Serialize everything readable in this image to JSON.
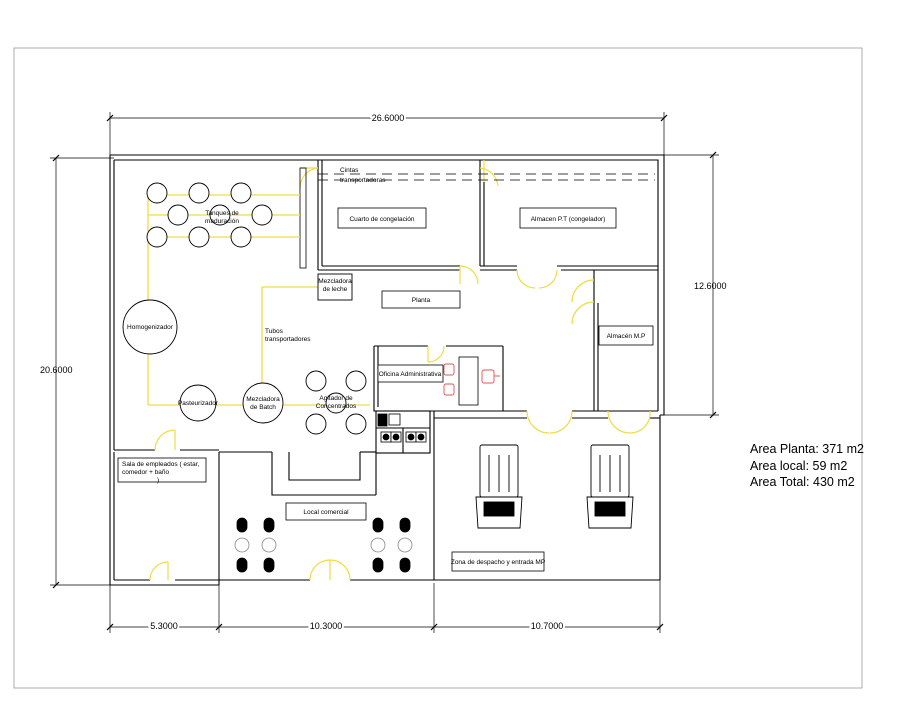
{
  "dimensions": {
    "top": "26.6000",
    "left": "20.6000",
    "right": "12.6000",
    "bottom": [
      "5.3000",
      "10.3000",
      "10.7000"
    ]
  },
  "rooms": {
    "cintas": "Cintas",
    "cintas2": "transportadoras",
    "congelacion": "Cuarto de congelación",
    "almacen_pt": "Almacen P.T (congelador)",
    "tanques1": "Tanques de",
    "tanques2": "maduración",
    "mezcladora_leche1": "Mezcladora",
    "mezcladora_leche2": "de leche",
    "planta": "Planta",
    "almacen_mp": "Almacén M.P",
    "homogenizador": "Homogenizador",
    "tubos1": "Tubos",
    "tubos2": "transportadores",
    "oficina": "Oficina Administrativa",
    "pasteurizador": "Pasteurizador",
    "batch1": "Mezcladora",
    "batch2": "de Batch",
    "agitador1": "Agitador de",
    "agitador2": "Concentrados",
    "sala1": "Sala de empleados ( estar,",
    "sala2": "comedor + baño",
    "sala3": ")",
    "local": "Local comercial",
    "despacho": "Zona de despacho y entrada MP"
  },
  "areas": {
    "planta": "Area Planta: 371 m2",
    "local": "Area local:  59 m2",
    "total": "Area Total: 430 m2"
  },
  "colors": {
    "wall": "#000000",
    "pipe": "#f0dc46",
    "door": "#f0dc46",
    "chair": "#e05050",
    "frame": "#9a9a9a"
  }
}
